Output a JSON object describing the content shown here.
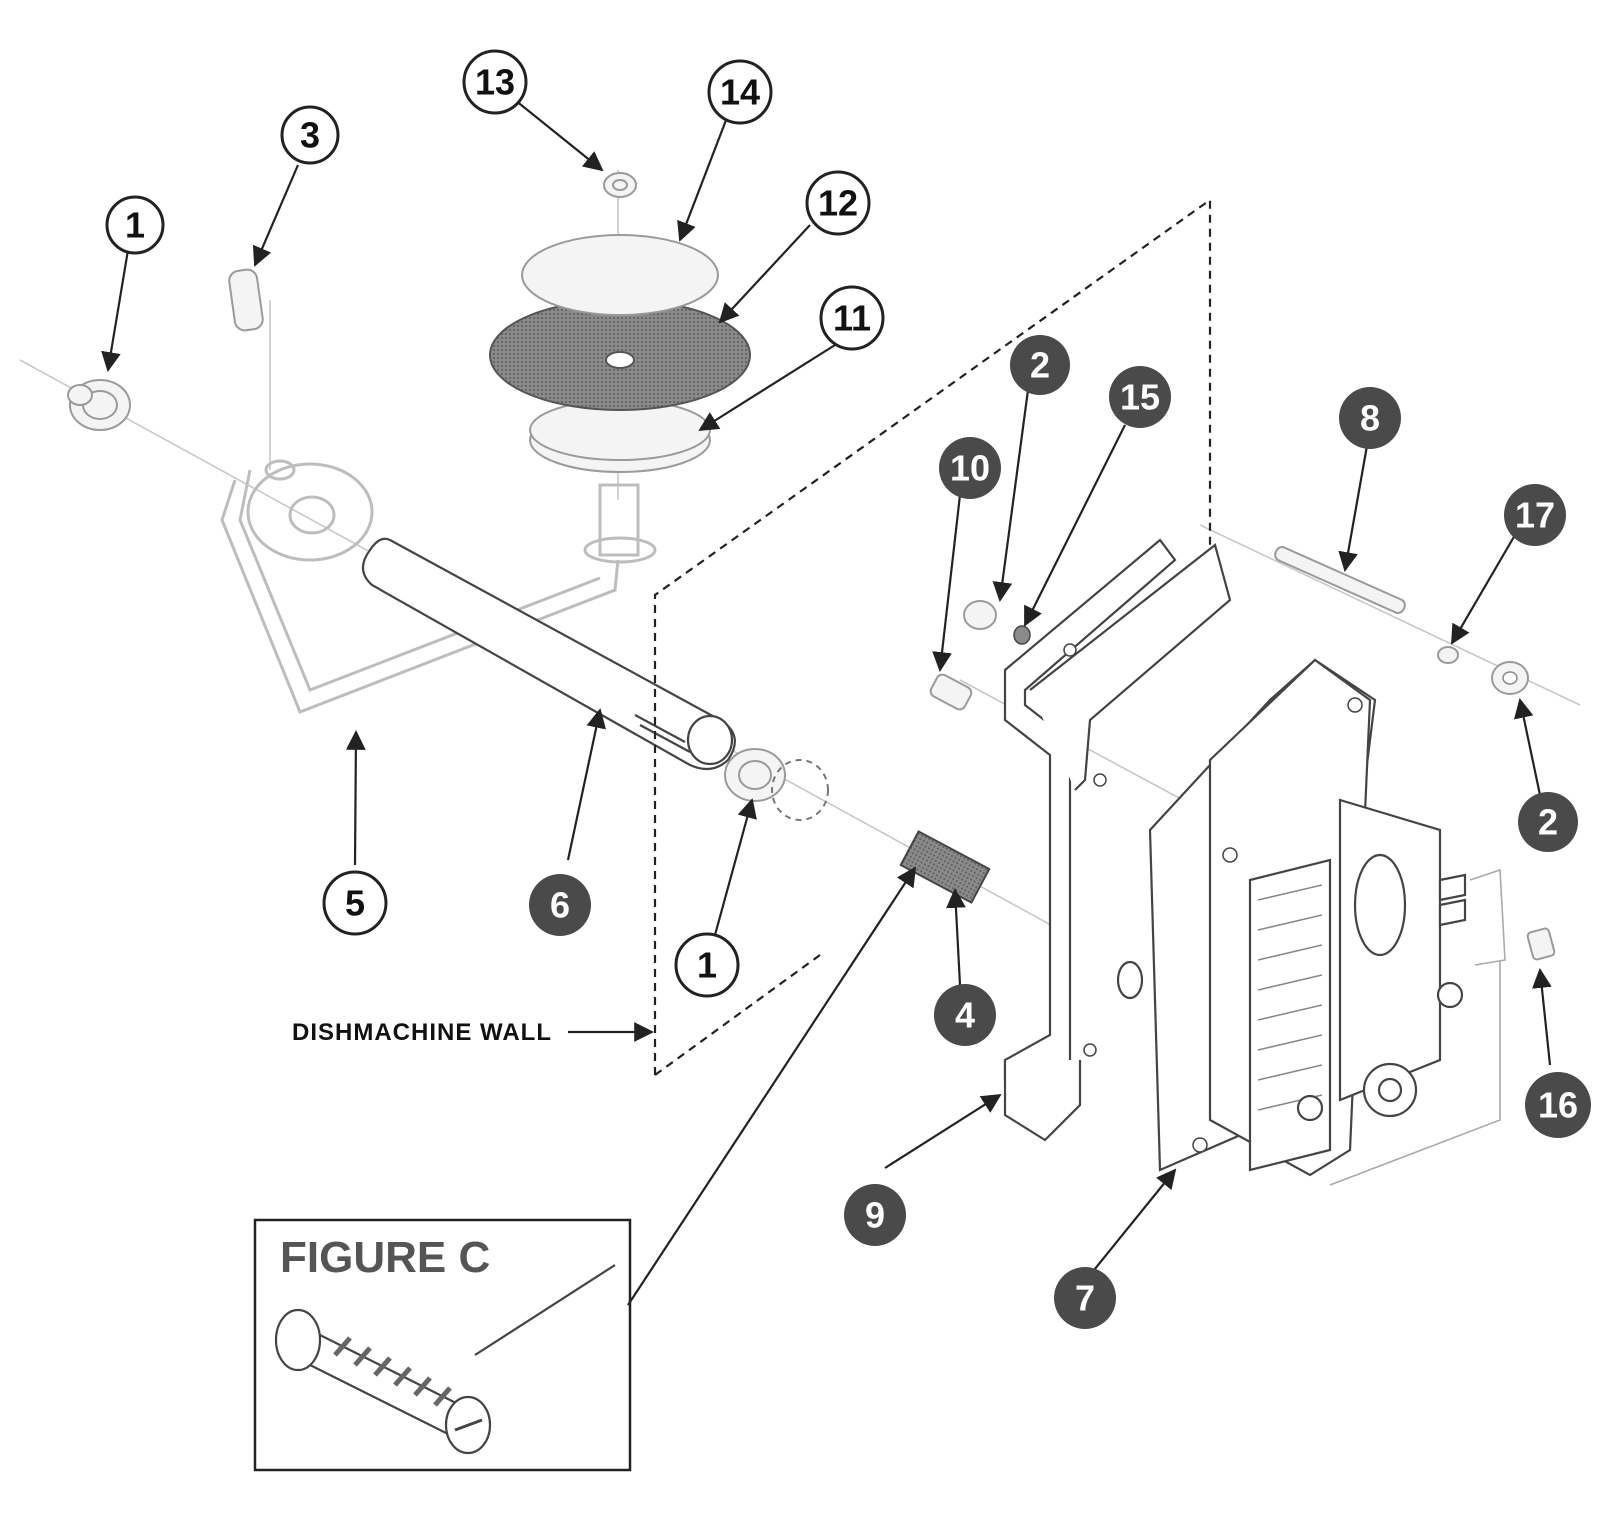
{
  "callouts": {
    "c1a": "1",
    "c3": "3",
    "c13": "13",
    "c14": "14",
    "c12": "12",
    "c11": "11",
    "c2a": "2",
    "c15": "15",
    "c10": "10",
    "c8": "8",
    "c17": "17",
    "c2b": "2",
    "c5": "5",
    "c6": "6",
    "c1b": "1",
    "c4": "4",
    "c16": "16",
    "c9": "9",
    "c7": "7"
  },
  "labels": {
    "wall": "DISHMACHINE WALL",
    "figure_c": "FIGURE C"
  },
  "colors": {
    "open_callout_fill": "#ffffff",
    "filled_callout_fill": "#4a4a4a",
    "line": "#222222"
  }
}
